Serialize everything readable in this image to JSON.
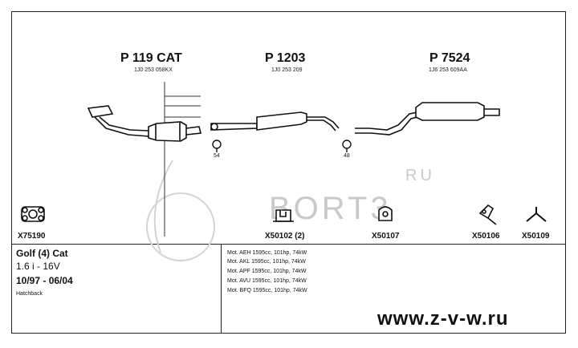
{
  "parts": [
    {
      "id": "P 119 CAT",
      "oem": "1J0 253 058KX"
    },
    {
      "id": "P 1203",
      "oem": "1J0 253 209"
    },
    {
      "id": "P 7524",
      "oem": "1J6 253 609AA"
    }
  ],
  "clamps": [
    {
      "size": "54"
    },
    {
      "size": "48"
    }
  ],
  "fittings": [
    {
      "code": "X75190",
      "icon": "flange-gasket-icon"
    },
    {
      "code": "X50102 (2)",
      "icon": "clamp-icon"
    },
    {
      "code": "X50107",
      "icon": "rubber-mount-icon"
    },
    {
      "code": "X50106",
      "icon": "hanger-bracket-icon"
    },
    {
      "code": "X50109",
      "icon": "hanger-bracket-y-icon"
    }
  ],
  "car": {
    "model": "Golf (4) Cat",
    "engine": "1.6 i - 16V",
    "years": "10/97 - 06/04",
    "body": "Hatchback"
  },
  "motors": [
    "Mot. AEH 1595cc, 101hp, 74kW",
    "Mot. AKL 1595cc, 101hp, 74kW",
    "Mot. APF 1595cc, 101hp, 74kW",
    "Mot. AVU 1595cc, 101hp, 74kW",
    "Mot. BFQ 1595cc, 101hp, 74kW"
  ],
  "watermark": {
    "text": "BORT3",
    "suffix": "RU"
  },
  "website": "www.z-v-w.ru",
  "colors": {
    "ink": "#111111",
    "frame": "#222222",
    "watermark": "#c9c9c9"
  }
}
